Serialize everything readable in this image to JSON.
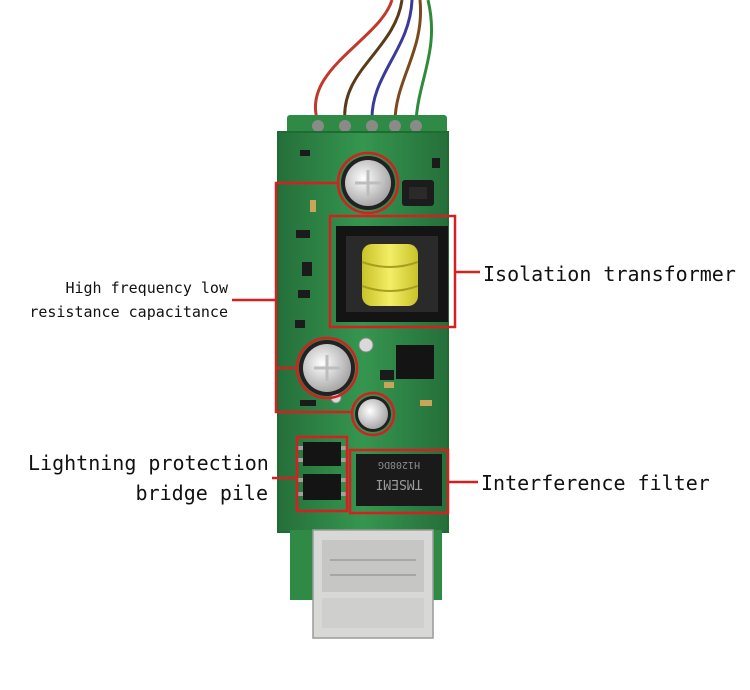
{
  "labels": {
    "capacitance": [
      "High frequency low",
      "resistance capacitance"
    ],
    "transformer": "Isolation transformer",
    "bridge": [
      "Lightning protection",
      "bridge pile"
    ],
    "filter": "Interference filter"
  },
  "chip_text": [
    "TMSEMI",
    "H1208DG"
  ],
  "colors": {
    "callout": "#d42020",
    "pcb": "#2f8a46",
    "pcb_dark": "#1f6b34",
    "connector": "#d8d8d6"
  },
  "wire_colors": [
    "#c0392b",
    "#5b3a1a",
    "#3a3a9a",
    "#7a4a1e",
    "#2e8b3a"
  ]
}
